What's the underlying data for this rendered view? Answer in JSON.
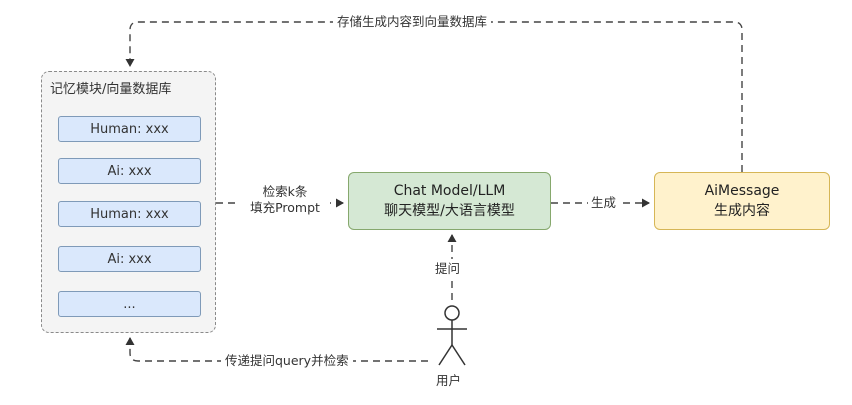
{
  "memory": {
    "title": "记忆模块/向量数据库",
    "items": [
      {
        "label": "Human: xxx"
      },
      {
        "label": "Ai: xxx"
      },
      {
        "label": "Human: xxx"
      },
      {
        "label": "Ai: xxx"
      },
      {
        "label": "..."
      }
    ]
  },
  "llm": {
    "line1": "Chat Model/LLM",
    "line2": "聊天模型/大语言模型"
  },
  "ai_message": {
    "line1": "AiMessage",
    "line2": "生成内容"
  },
  "edges": {
    "retrieve_line1": "检索k条",
    "retrieve_line2": "填充Prompt",
    "generate": "生成",
    "ask": "提问",
    "store": "存储生成内容到向量数据库",
    "query": "传递提问query并检索"
  },
  "user": {
    "label": "用户"
  },
  "colors": {
    "memory_item_fill": "#dae8fc",
    "llm_fill": "#d5e8d4",
    "ai_message_fill": "#fff2cc"
  }
}
